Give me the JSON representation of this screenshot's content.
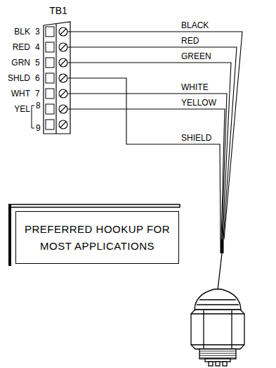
{
  "diagram": {
    "nodes": [
      {
        "text": [
          "TB1"
        ]
      },
      {
        "text": [
          "PREFERRED HOOKUP FOR MOST APPLICATIONS"
        ]
      }
    ],
    "labels": [
      "BLK",
      "3",
      "RED",
      "4",
      "GRN",
      "5",
      "SHLD",
      "6",
      "WHT",
      "7",
      "YEL",
      "8",
      "9",
      "BLACK",
      "RED",
      "GREEN",
      "WHITE",
      "YELLOW",
      "SHIELD"
    ]
  }
}
